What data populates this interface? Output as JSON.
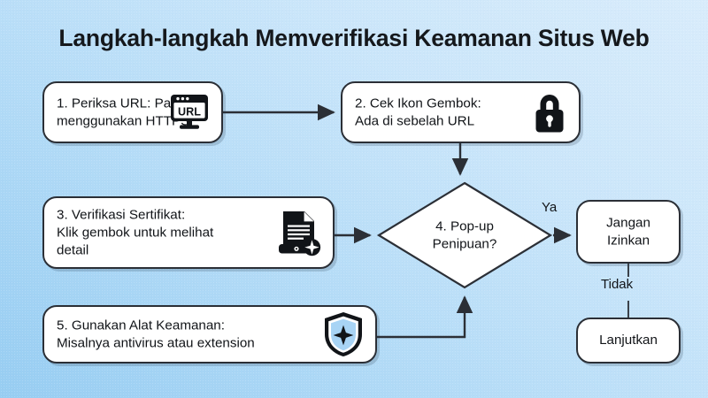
{
  "page": {
    "title": "Langkah-langkah Memverifikasi Keamanan Situs Web",
    "background_top": "#d9ecfb",
    "background_bottom": "#97cdf2",
    "shape_fill": "#ffffff",
    "shape_stroke": "#2b2f36",
    "text_color": "#111418",
    "shield_fill": "#a8d4f5"
  },
  "flowchart": {
    "type": "diagram",
    "nodes": [
      {
        "id": "box1",
        "shape": "rounded-rect",
        "text": "1. Periksa URL: Pastikan\nmenggunakan HTTPS",
        "icon": "monitor-url-icon",
        "icon_label": "URL"
      },
      {
        "id": "box2",
        "shape": "rounded-rect",
        "text": "2. Cek Ikon Gembok:\nAda di sebelah URL",
        "icon": "padlock-icon"
      },
      {
        "id": "box3",
        "shape": "rounded-rect",
        "text": "3. Verifikasi Sertifikat:\nKlik gembok untuk melihat\ndetail",
        "icon": "certificate-document-icon"
      },
      {
        "id": "diamond",
        "shape": "diamond",
        "text": "4. Pop-up\nPenipuan?"
      },
      {
        "id": "box5",
        "shape": "rounded-rect",
        "text": "5. Gunakan Alat Keamanan:\nMisalnya antivirus atau extension",
        "icon": "shield-star-icon"
      },
      {
        "id": "boxDeny",
        "shape": "rounded-rect",
        "text": "Jangan\nIzinkan"
      },
      {
        "id": "boxCont",
        "shape": "rounded-rect",
        "text": "Lanjutkan"
      }
    ],
    "edges": [
      {
        "from": "box1",
        "to": "box2",
        "label": ""
      },
      {
        "from": "box2",
        "to": "diamond",
        "label": ""
      },
      {
        "from": "box3",
        "to": "diamond",
        "label": ""
      },
      {
        "from": "box5",
        "to": "diamond",
        "label": ""
      },
      {
        "from": "diamond",
        "to": "boxDeny",
        "label": "Ya"
      },
      {
        "from": "boxDeny",
        "to": "boxCont",
        "label": "Tidak"
      }
    ]
  }
}
